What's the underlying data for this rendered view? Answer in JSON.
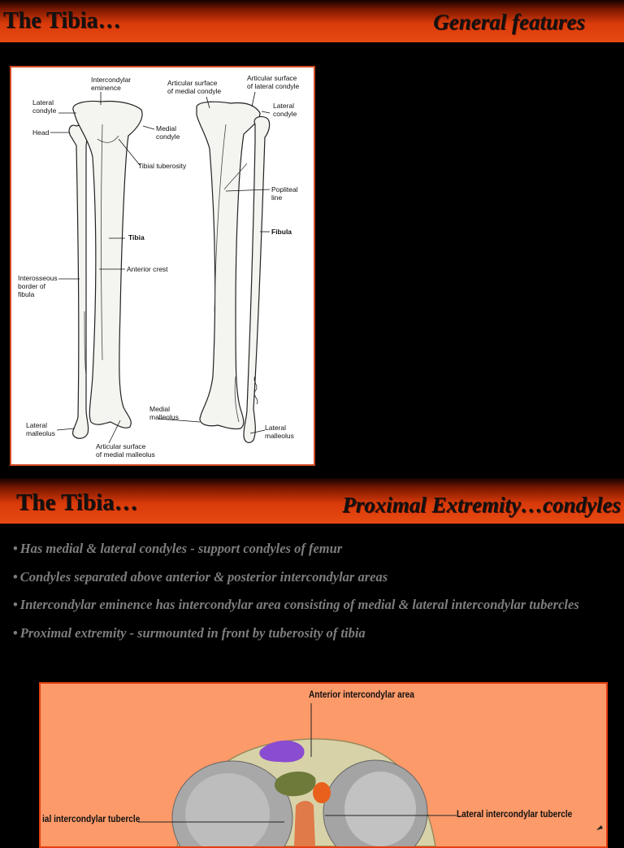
{
  "slide1": {
    "title": "The Tibia…",
    "subtitle": "General features",
    "figure_labels": {
      "intercondylar_eminence": "Intercondylar\neminence",
      "lateral_condyle_left": "Lateral\ncondyle",
      "head": "Head",
      "medial_condyle": "Medial\ncondyle",
      "tibial_tuberosity": "Tibial tuberosity",
      "tibia": "Tibia",
      "anterior_crest": "Anterior crest",
      "interosseous_border": "Interosseous\nborder of\nfibula",
      "lateral_malleolus_left": "Lateral\nmalleolus",
      "articular_surface_medial_malleolus": "Articular surface\nof medial malleolus",
      "medial_malleolus": "Medial\nmalleolus",
      "articular_surface_medial_condyle": "Articular surface\nof medial condyle",
      "articular_surface_lateral_condyle": "Articular surface\nof lateral condyle",
      "lateral_condyle_right": "Lateral\ncondyle",
      "popliteal_line": "Popliteal\nline",
      "fibula": "Fibula",
      "lateral_malleolus_right": "Lateral\nmalleolus"
    }
  },
  "slide2": {
    "title": "The Tibia…",
    "subtitle": "Proximal Extremity…condyles",
    "bullet_char": "•",
    "bullets": [
      "Has medial & lateral condyles - support  condyles of femur",
      "Condyles separated above anterior & posterior intercondylar areas",
      "Intercondylar eminence has intercondylar area consisting of medial & lateral intercondylar tubercles",
      "Proximal extremity - surmounted in front by tuberosity of tibia"
    ],
    "figure_labels": {
      "anterior_intercondylar_area": "Anterior intercondylar area",
      "medial_intercondylar_tubercle": "ial intercondylar tubercle",
      "lateral_intercondylar_tubercle": "Lateral intercondylar tubercle"
    }
  },
  "colors": {
    "title_bar": "#e84a12",
    "bullet_text": "#7e7e7e",
    "figure_border": "#d24a22",
    "figure2_background": "#fd9a6a",
    "highlight_purple": "#8a4cd0",
    "highlight_orange": "#e8601c",
    "highlight_green": "#6d7a3a"
  }
}
